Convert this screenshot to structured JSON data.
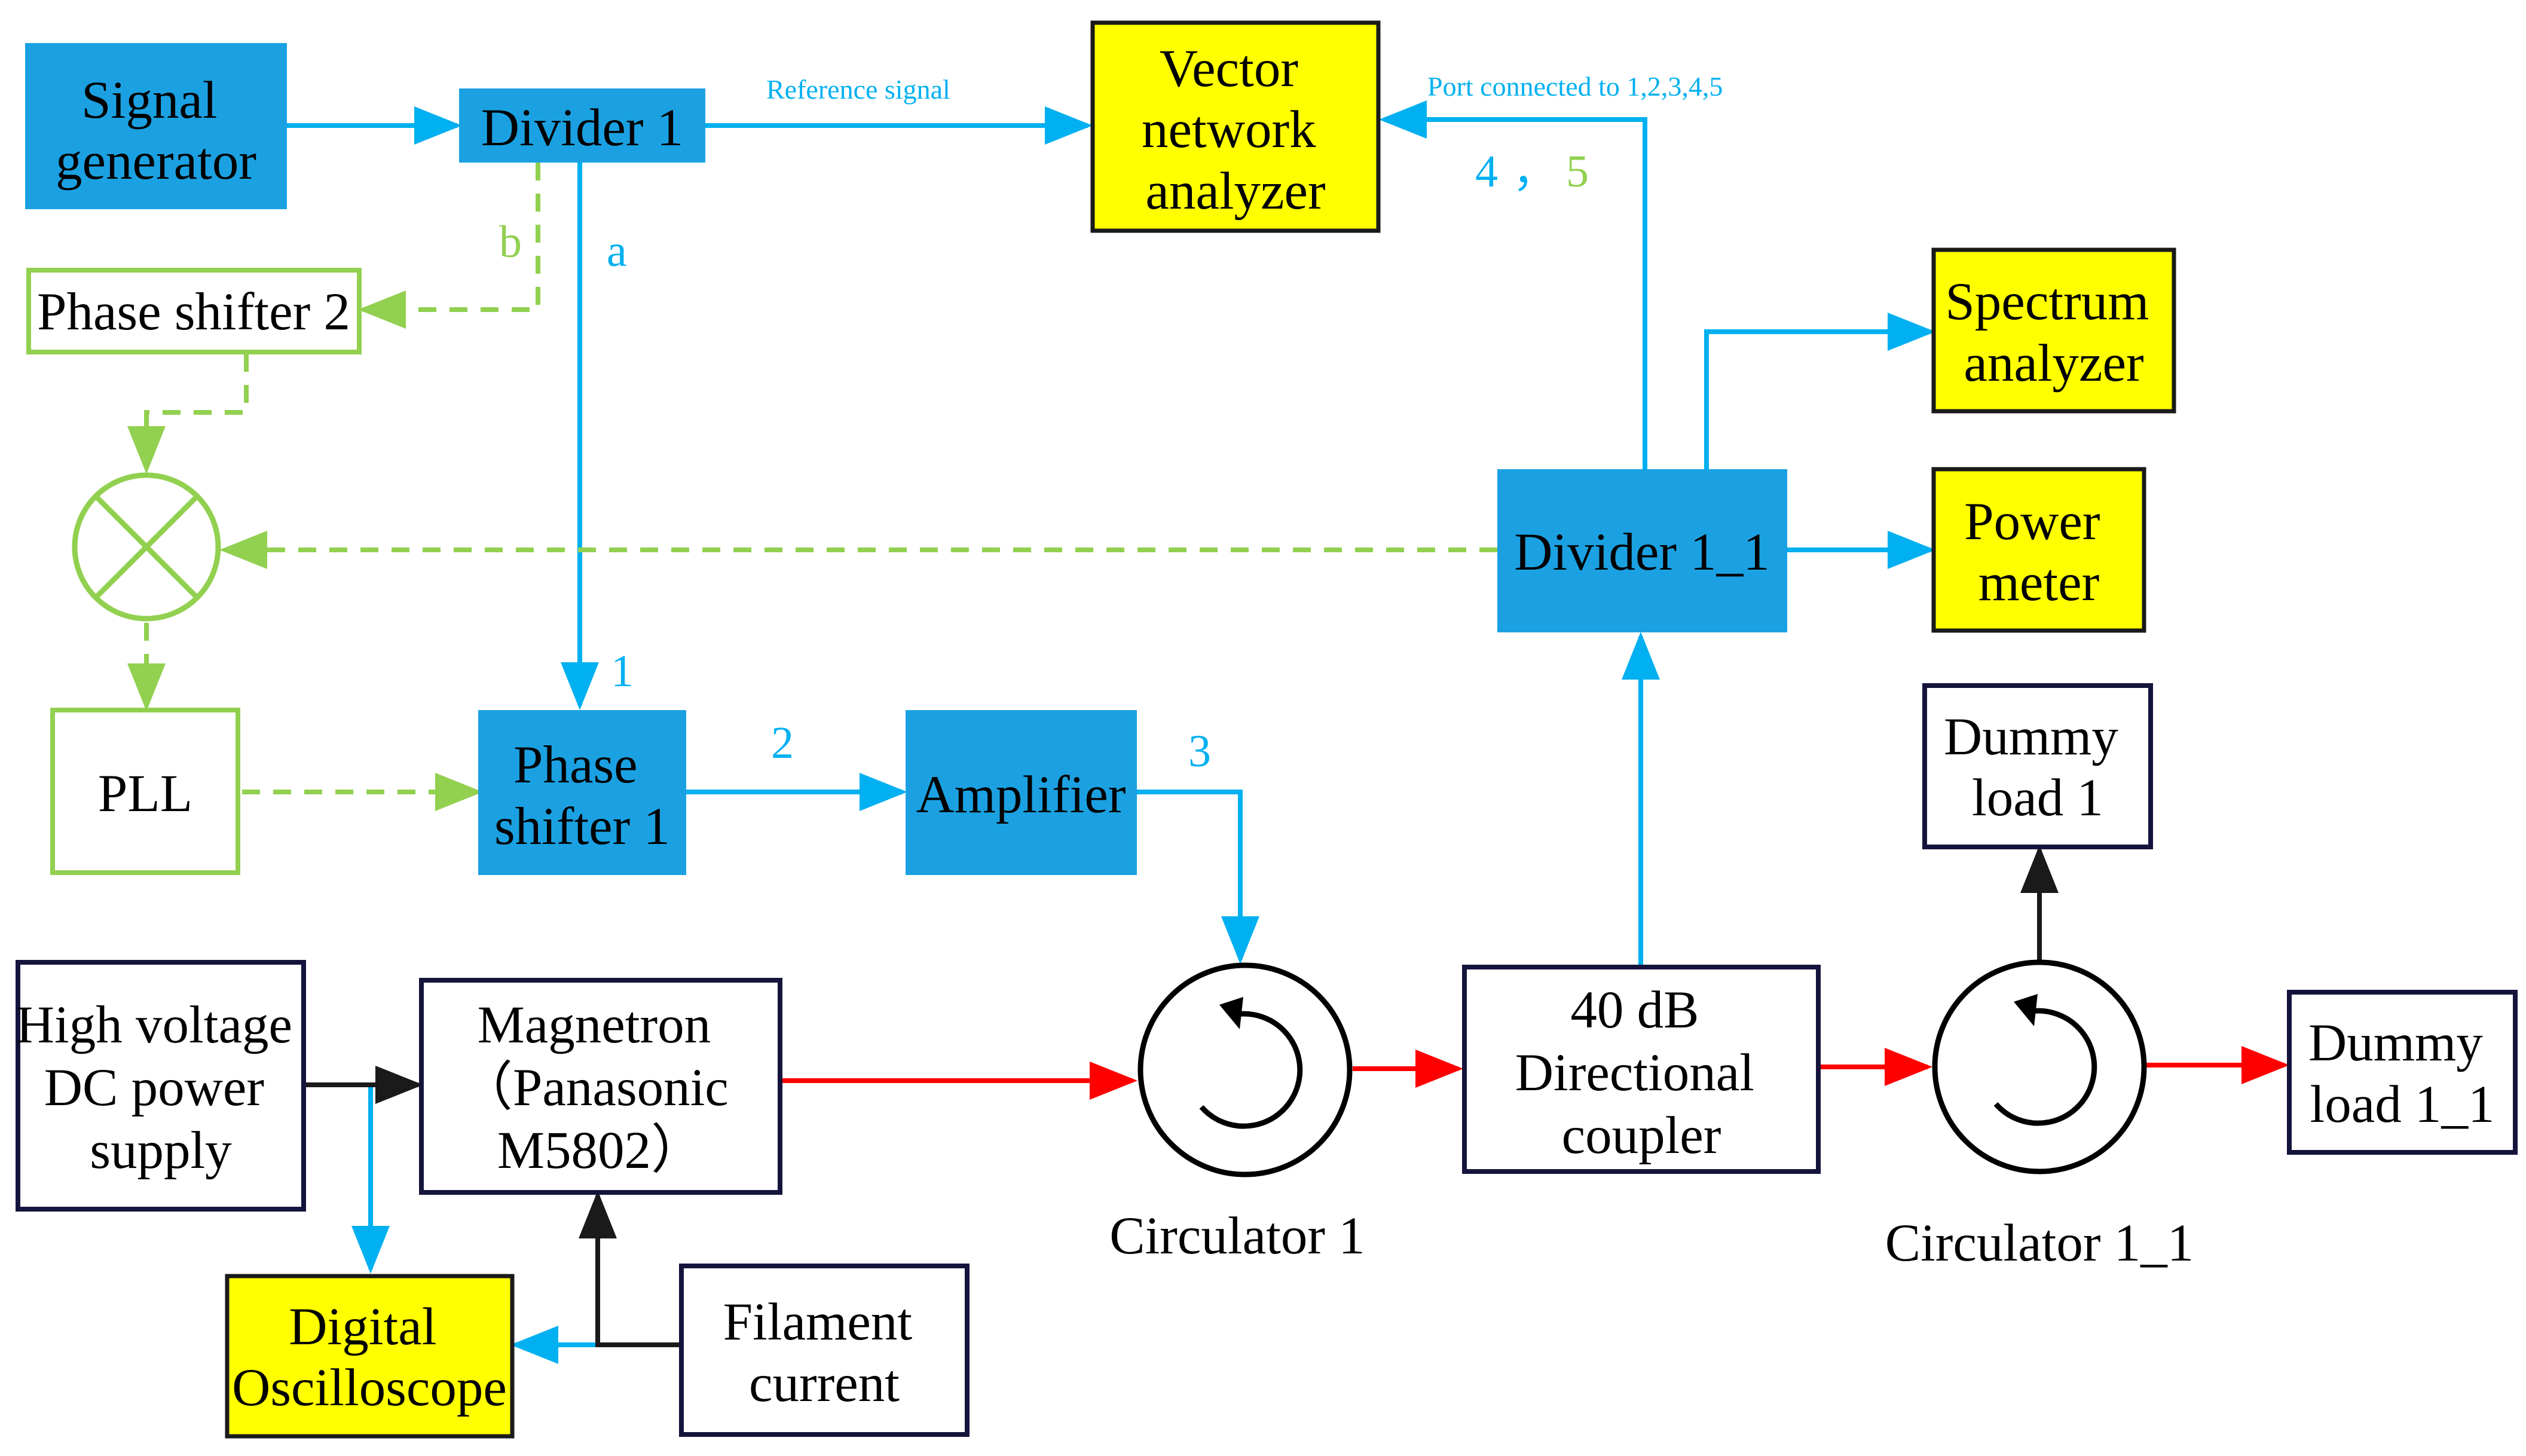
{
  "colors": {
    "blue_box": "#1ba1e2",
    "yellow_box": "#ffff00",
    "green": "#92d050",
    "navy": "#14143c",
    "red": "#ff0000",
    "blue_line": "#00b0f0",
    "black": "#1a1a1a"
  },
  "blocks": {
    "signal_generator": [
      "Signal",
      "generator"
    ],
    "divider_1": [
      "Divider 1"
    ],
    "vna": [
      "Vector",
      "network",
      "analyzer"
    ],
    "phase_shifter_2": [
      "Phase shifter 2"
    ],
    "spectrum_analyzer": [
      "Spectrum",
      "analyzer"
    ],
    "divider_1_1": [
      "Divider 1_1"
    ],
    "power_meter": [
      "Power",
      "meter"
    ],
    "pll": [
      "PLL"
    ],
    "phase_shifter_1": [
      "Phase",
      "shifter 1"
    ],
    "amplifier": [
      "Amplifier"
    ],
    "dummy_load_1": [
      "Dummy",
      "load 1"
    ],
    "hv_supply": [
      "High voltage",
      "DC power",
      "supply"
    ],
    "magnetron": [
      "Magnetron",
      "（Panasonic",
      "M5802）"
    ],
    "directional_coupler": [
      "40 dB",
      "Directional",
      "coupler"
    ],
    "dummy_load_1_1": [
      "Dummy",
      "load 1_1"
    ],
    "oscilloscope": [
      "Digital",
      "Oscilloscope"
    ],
    "filament_current": [
      "Filament",
      "current"
    ]
  },
  "labels": {
    "reference_signal": "Reference signal",
    "port_connected": "Port connected to  1,2,3,4,5",
    "port_4": "4",
    "port_sep": "，",
    "port_5": "5",
    "path_a": "a",
    "path_b": "b",
    "port_1": "1",
    "port_2": "2",
    "port_3": "3",
    "circulator_1": "Circulator 1",
    "circulator_1_1": "Circulator 1_1"
  },
  "icons": {
    "mixer": "mixer-x-circle-icon",
    "circulator": "circular-arrow-icon"
  }
}
